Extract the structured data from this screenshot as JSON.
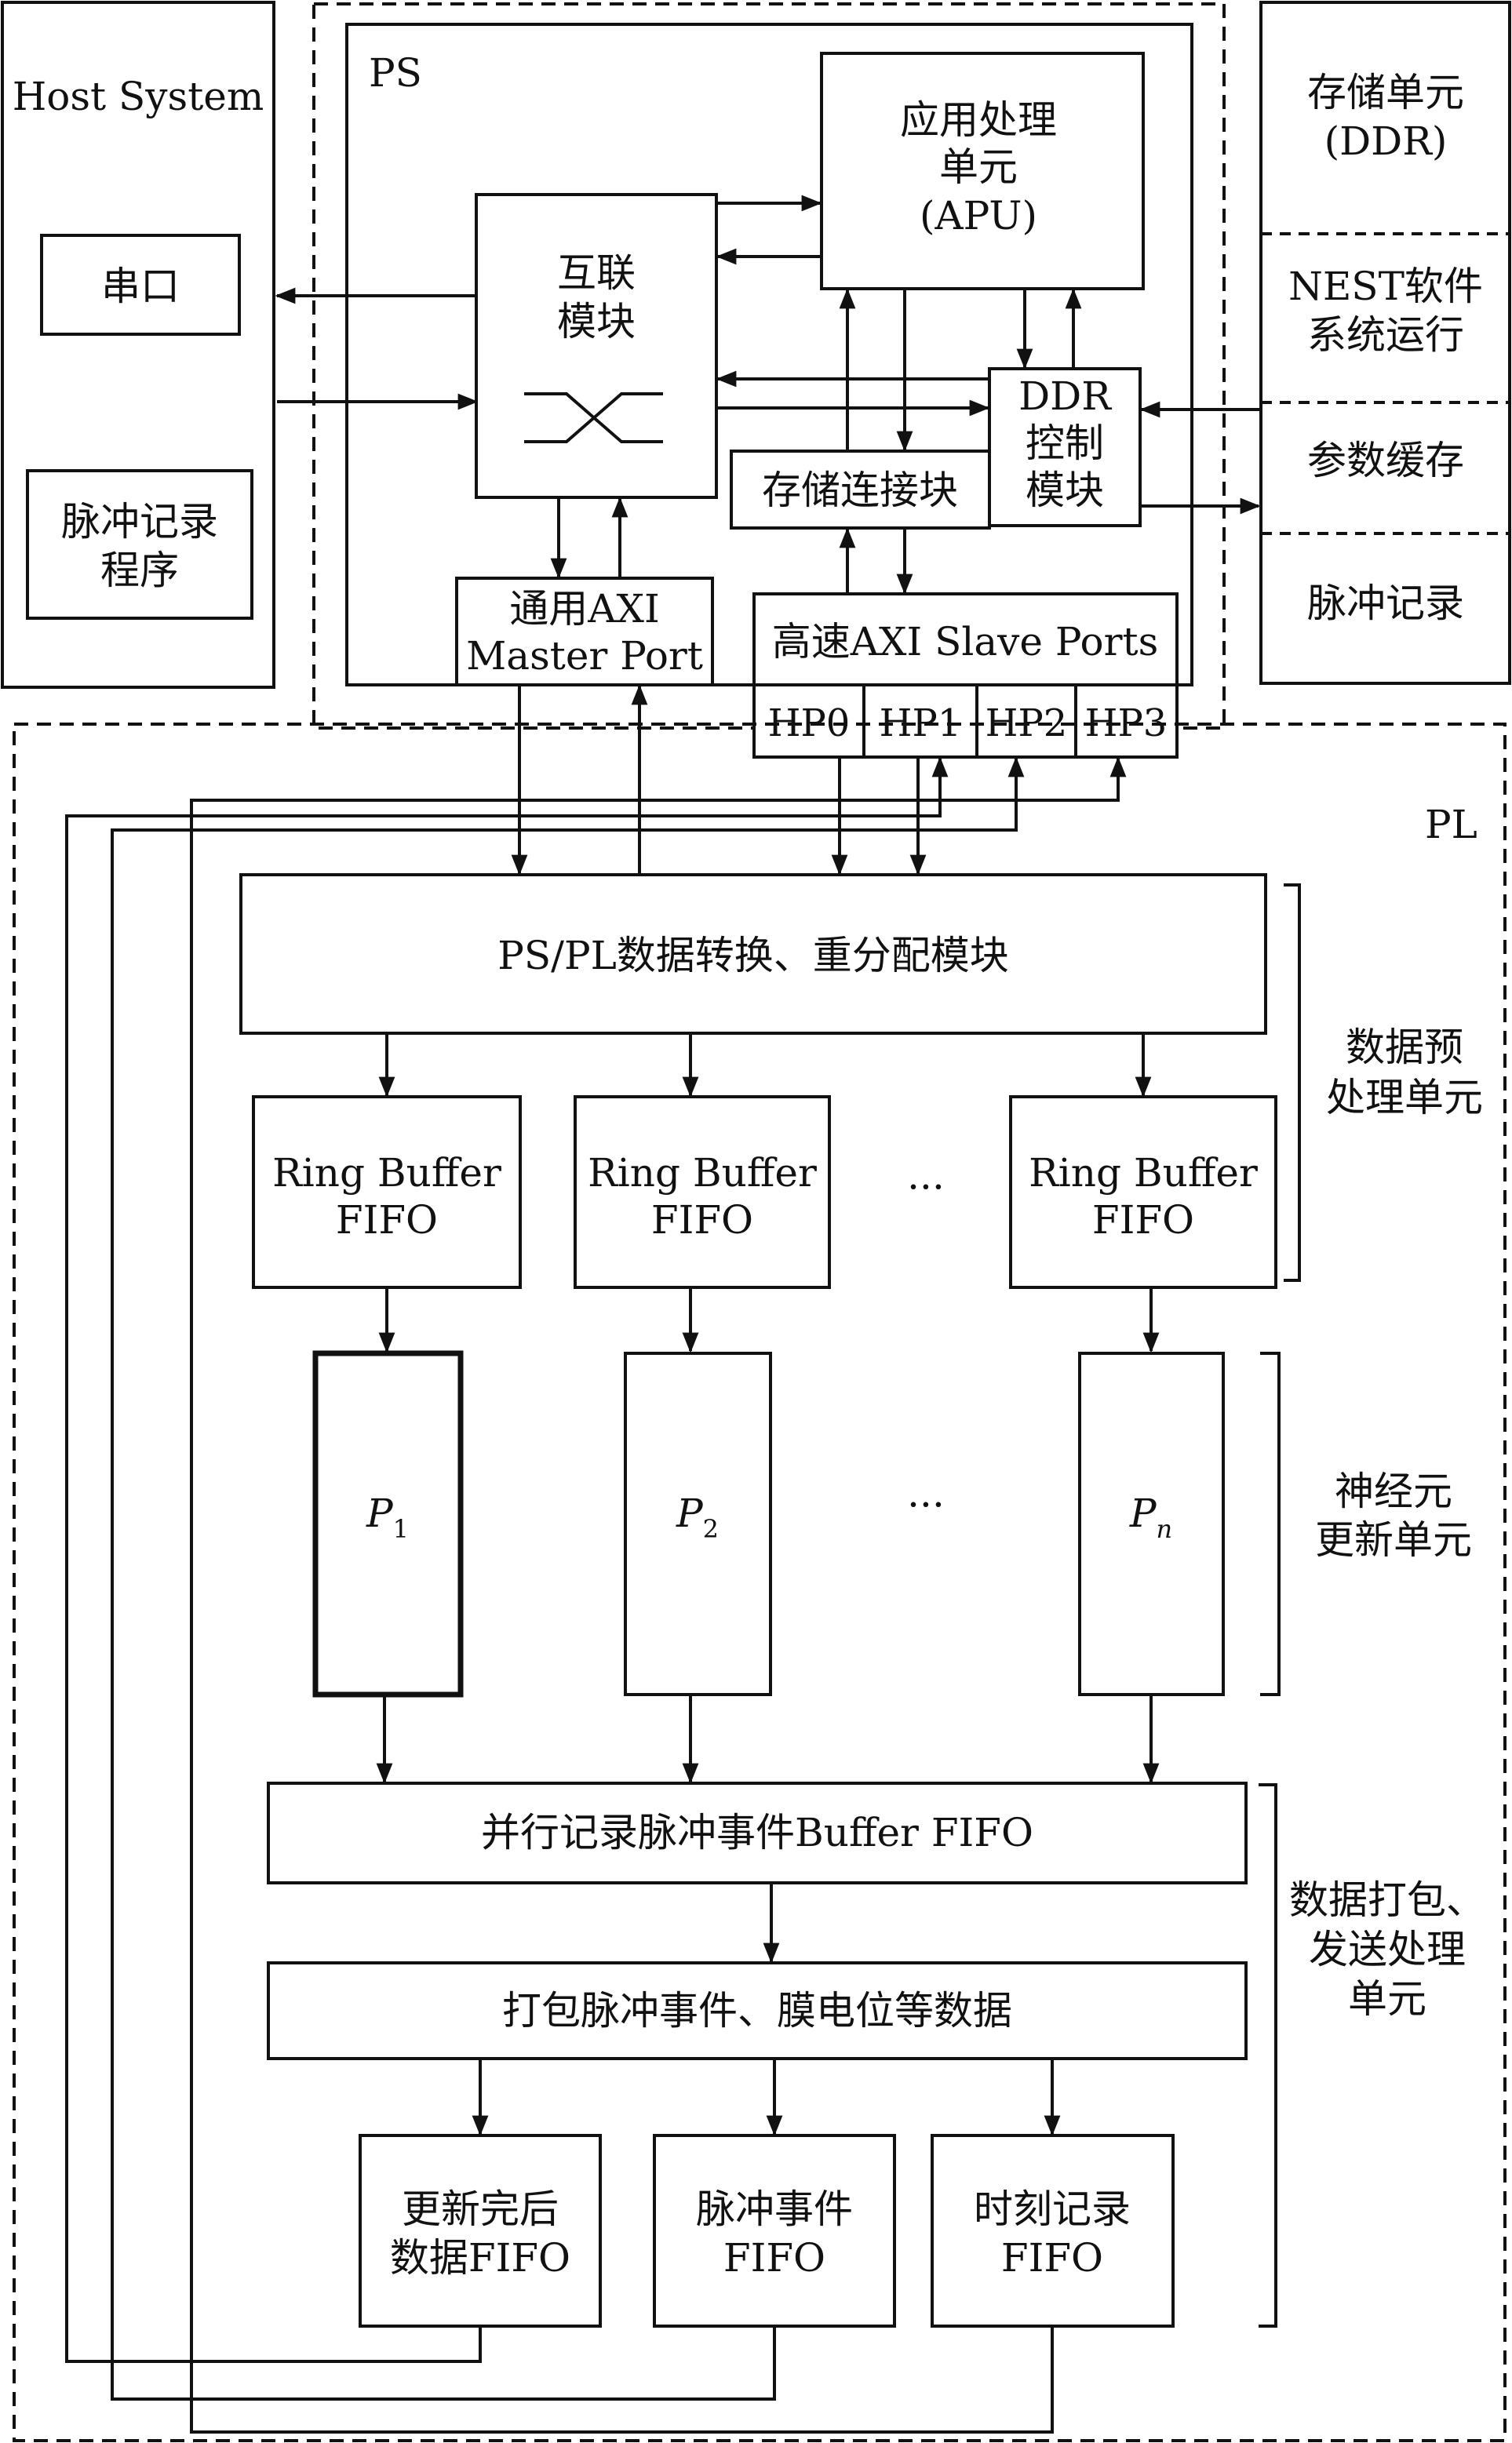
{
  "host": {
    "title": "Host System",
    "serial": "串口",
    "pulse_recorder": [
      "脉冲记录",
      "程序"
    ]
  },
  "ps": {
    "title": "PS",
    "apu": [
      "应用处理",
      "单元",
      "(APU)"
    ],
    "interconnect": [
      "互联",
      "模块"
    ],
    "ddr_ctrl": [
      "DDR",
      "控制",
      "模块"
    ],
    "mem_conn": "存储连接块",
    "axi_master": [
      "通用AXI",
      "Master Port"
    ],
    "axi_slave": "高速AXI Slave Ports",
    "hp_ports": [
      "HP0",
      "HP1",
      "HP2",
      "HP3"
    ]
  },
  "ddr": {
    "title": [
      "存储单元",
      "(DDR)"
    ],
    "nest": [
      "NEST软件",
      "系统运行"
    ],
    "params": "参数缓存",
    "pulse": "脉冲记录"
  },
  "pl": {
    "title": "PL",
    "convert": "PS/PL数据转换、重分配模块",
    "ring_buffer": [
      "Ring Buffer",
      "FIFO"
    ],
    "ellipsis": "···",
    "neurons": [
      {
        "main": "P",
        "sub": "1"
      },
      {
        "main": "P",
        "sub": "2"
      },
      {
        "main": "P",
        "sub": "n"
      }
    ],
    "parallel_fifo": "并行记录脉冲事件Buffer FIFO",
    "pack": "打包脉冲事件、膜电位等数据",
    "out_fifos": [
      [
        "更新完后",
        "数据FIFO"
      ],
      [
        "脉冲事件",
        "FIFO"
      ],
      [
        "时刻记录",
        "FIFO"
      ]
    ]
  },
  "side_labels": {
    "preprocess": [
      "数据预",
      "处理单元"
    ],
    "neuron_update": [
      "神经元",
      "更新单元"
    ],
    "pack_send": [
      "数据打包、",
      "发送处理",
      "单元"
    ]
  }
}
